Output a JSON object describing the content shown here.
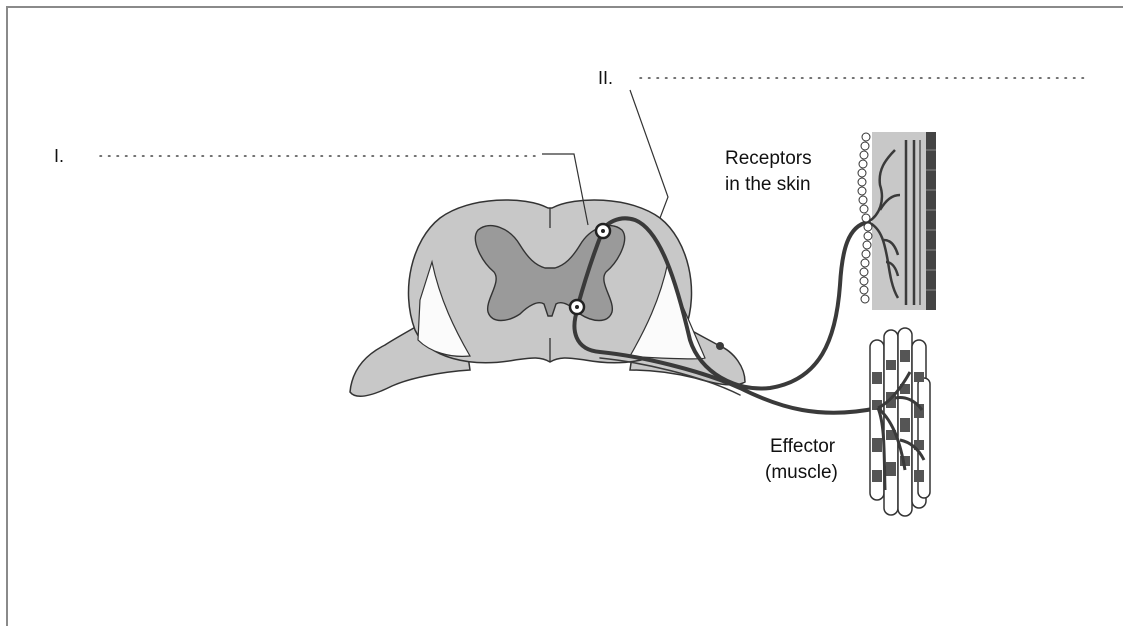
{
  "labels": {
    "blank_one": "I.",
    "blank_two": "II.",
    "receptors_line1": "Receptors",
    "receptors_line2": "in the skin",
    "effector_line1": "Effector",
    "effector_line2": "(muscle)"
  },
  "colors": {
    "white_matter": "#c8c8c8",
    "grey_matter": "#9a9a9a",
    "outline": "#333333",
    "nerve": "#3a3a3a",
    "skin_dark": "#444444"
  }
}
